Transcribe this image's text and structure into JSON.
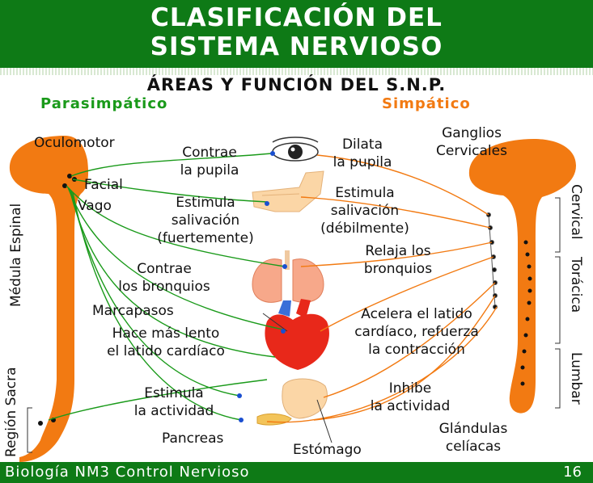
{
  "title": {
    "line1": "CLASIFICACIÓN DEL",
    "line2": "SISTEMA NERVIOSO"
  },
  "subtitle": "ÁREAS Y FUNCIÓN DEL S.N.P.",
  "divisions": {
    "parasympathetic": "Parasimpático",
    "sympathetic": "Simpático"
  },
  "colors": {
    "header_bg": "#0e7a16",
    "parasympathetic": "#1a9a1a",
    "sympathetic": "#f27a12"
  },
  "labels": {
    "oculomotor": "Oculomotor",
    "facial": "Facial",
    "vago": "Vago",
    "contrae_pupila_1": "Contrae",
    "contrae_pupila_2": "la pupila",
    "dilata_1": "Dilata",
    "dilata_2": "la pupila",
    "ganglios_1": "Ganglios",
    "ganglios_2": "Cervicales",
    "estimula_sal_f_1": "Estimula",
    "estimula_sal_f_2": "salivación",
    "estimula_sal_f_3": "(fuertemente)",
    "estimula_sal_d_1": "Estimula",
    "estimula_sal_d_2": "salivación",
    "estimula_sal_d_3": "(débilmente)",
    "contrae_bronq_1": "Contrae",
    "contrae_bronq_2": "los bronquios",
    "relaja_bronq_1": "Relaja los",
    "relaja_bronq_2": "bronquios",
    "marcapasos": "Marcapasos",
    "mas_lento_1": "Hace más lento",
    "mas_lento_2": "el latido cardíaco",
    "acelera_1": "Acelera el latido",
    "acelera_2": "cardíaco, refuerza",
    "acelera_3": "la contracción",
    "estimula_act_1": "Estimula",
    "estimula_act_2": "la actividad",
    "inhibe_1": "Inhibe",
    "inhibe_2": "la actividad",
    "pancreas": "Pancreas",
    "estomago": "Estómago",
    "glandulas_1": "Glándulas",
    "glandulas_2": "celíacas",
    "medula": "Médula Espinal",
    "region_sacra": "Región Sacra",
    "cervical": "Cervical",
    "toracica": "Torácica",
    "lumbar": "Lumbar"
  },
  "footer": {
    "course": "Biología NM3  Control Nervioso",
    "page": "16"
  }
}
